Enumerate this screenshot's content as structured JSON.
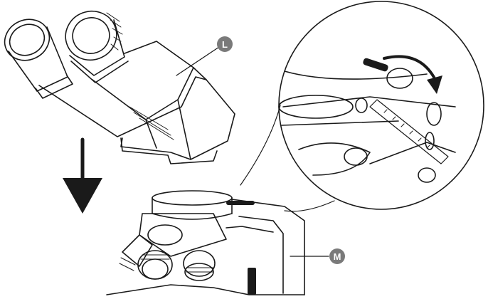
{
  "figure": {
    "callouts": [
      {
        "id": "L",
        "label": "L"
      },
      {
        "id": "M",
        "label": "M"
      }
    ]
  },
  "colors": {
    "line": "#1a1a1a",
    "callout_fill": "#7a7a7a",
    "callout_text": "#ffffff",
    "background": "#ffffff"
  }
}
